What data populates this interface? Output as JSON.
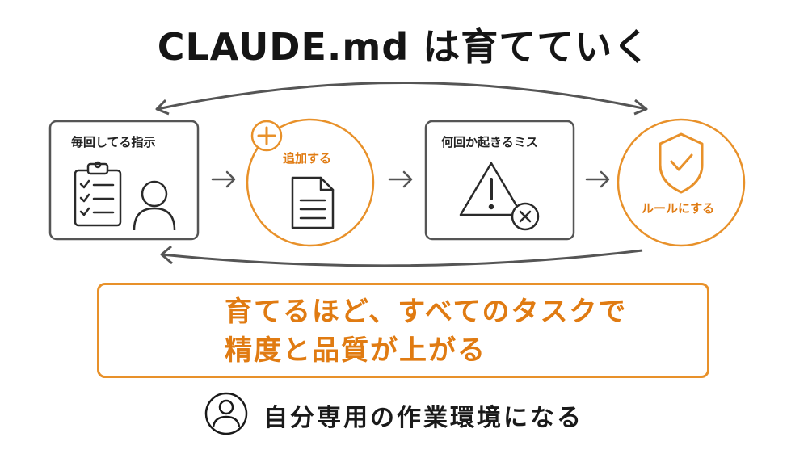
{
  "title": "CLAUDE.md は育てていく",
  "nodes": [
    {
      "label": "毎回してる指示"
    },
    {
      "label": "追加する"
    },
    {
      "label": "何回か起きるミス"
    },
    {
      "label": "ルールにする"
    }
  ],
  "benefit": {
    "line1": "育てるほど、すべてのタスクで",
    "line2": "精度と品質が上がる"
  },
  "footer": "自分専用の作業環境になる",
  "colors": {
    "accent": "#e8912a",
    "text": "#1a1a1a",
    "stroke": "#555555"
  }
}
